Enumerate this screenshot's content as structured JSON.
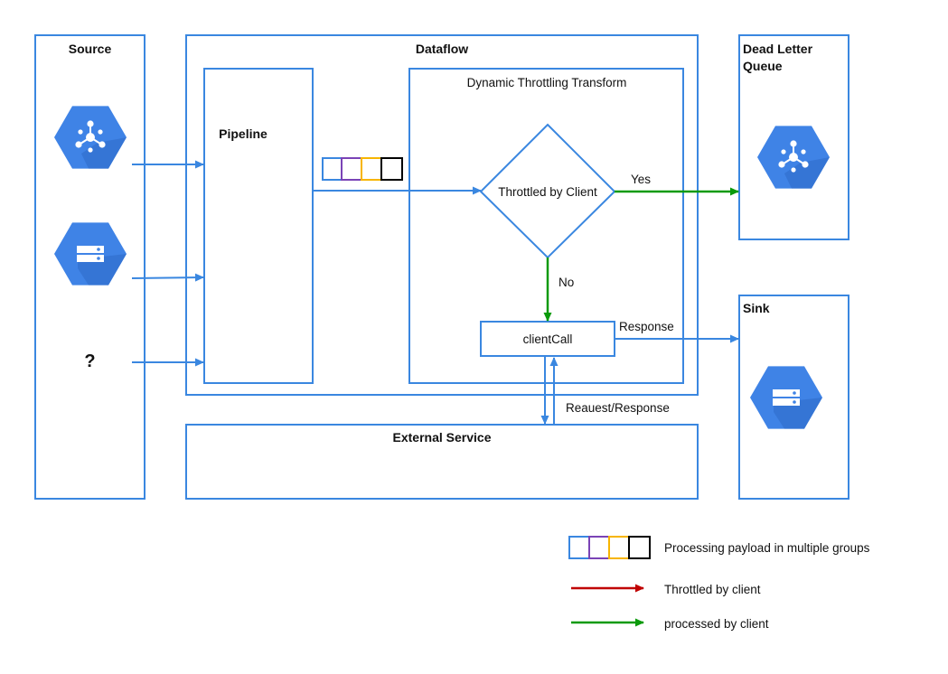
{
  "colors": {
    "box_border": "#3a87e0",
    "flow_arrow": "#3a87e0",
    "processed_arrow": "#0a9a0a",
    "throttled_arrow": "#c00000",
    "icon_fill": "#3f83e6",
    "icon_shadow": "#2d69c6",
    "payload_group_colors": [
      "#3a87e0",
      "#7a43b6",
      "#f7b500",
      "#000000"
    ]
  },
  "source": {
    "title": "Source",
    "icons": [
      "pubsub-icon",
      "storage-icon"
    ],
    "unknown_label": "?"
  },
  "dataflow": {
    "title": "Dataflow",
    "pipeline_label": "Pipeline",
    "transform_title": "Dynamic Throttling Transform",
    "decision_label": "Throttled by Client",
    "yes_label": "Yes",
    "no_label": "No",
    "client_call_label": "clientCall",
    "response_label": "Response",
    "request_response_label": "Reauest/Response"
  },
  "dead_letter": {
    "title_line1": "Dead Letter",
    "title_line2": "Queue",
    "icon": "pubsub-icon"
  },
  "sink": {
    "title": "Sink",
    "icon": "storage-icon"
  },
  "external_service": {
    "title": "External Service"
  },
  "legend": {
    "payload_label": "Processing payload in multiple groups",
    "throttled_label": "Throttled by client",
    "processed_label": "processed by client"
  }
}
